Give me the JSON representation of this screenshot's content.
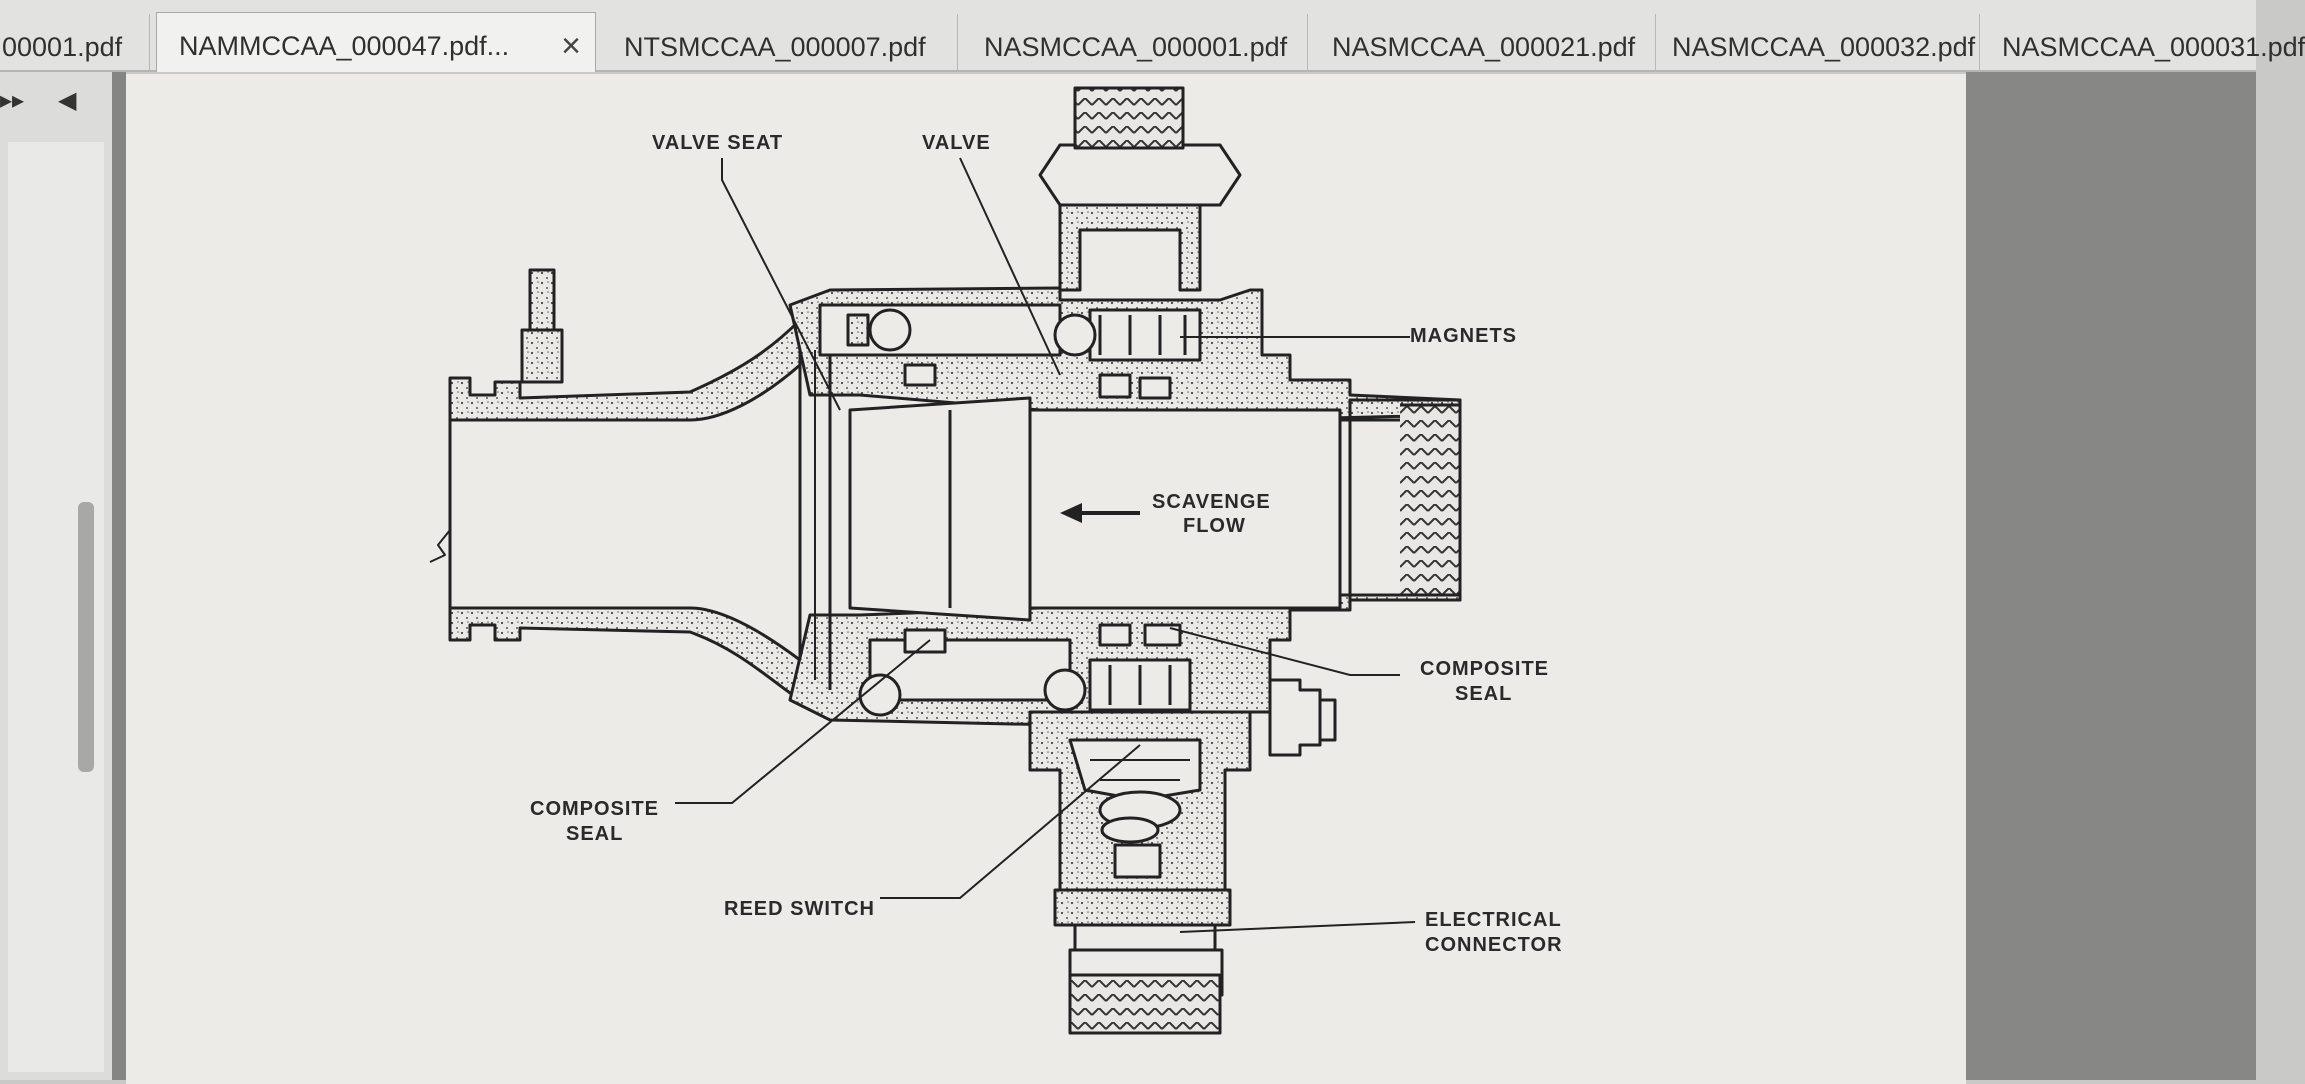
{
  "tabs": [
    {
      "label": "00001.pdf",
      "active": false
    },
    {
      "label": "NAMMCCAA_000047.pdf...",
      "active": true,
      "close": "×"
    },
    {
      "label": "NTSMCCAA_000007.pdf",
      "active": false
    },
    {
      "label": "NASMCCAA_000001.pdf",
      "active": false
    },
    {
      "label": "NASMCCAA_000021.pdf",
      "active": false
    },
    {
      "label": "NASMCCAA_000032.pdf",
      "active": false
    },
    {
      "label": "NASMCCAA_000031.pdf",
      "active": false
    }
  ],
  "sidebar": {
    "expand_icon": "double-chevron-right-icon",
    "collapse_icon": "triangle-left-icon"
  },
  "diagram": {
    "labels": {
      "valve_seat": "VALVE SEAT",
      "valve": "VALVE",
      "magnets": "MAGNETS",
      "scavenge": "SCAVENGE",
      "flow": "FLOW",
      "composite_right_1": "COMPOSITE",
      "composite_right_2": "SEAL",
      "composite_left_1": "COMPOSITE",
      "composite_left_2": "SEAL",
      "reed_switch": "REED SWITCH",
      "electrical_1": "ELECTRICAL",
      "electrical_2": "CONNECTOR"
    }
  }
}
